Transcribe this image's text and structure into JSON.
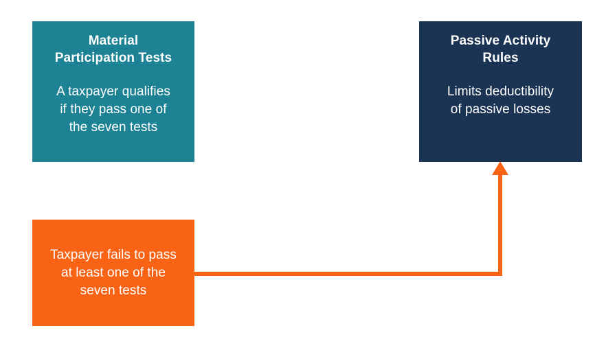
{
  "diagram": {
    "nodes": [
      {
        "id": "material-participation-tests",
        "title": "Material\nParticipation Tests",
        "body": "A taxpayer qualifies\nif they pass one of\nthe seven tests",
        "color": "#1d8293"
      },
      {
        "id": "passive-activity-rules",
        "title": "Passive Activity\nRules",
        "body": "Limits deductibility\nof passive losses",
        "color": "#1c3454"
      },
      {
        "id": "taxpayer-fails",
        "title": "",
        "body": "Taxpayer fails to pass\nat least one of the\nseven tests",
        "color": "#f96316"
      }
    ],
    "connectors": [
      {
        "id": "fails-to-passive-rules",
        "from": "taxpayer-fails",
        "to": "passive-activity-rules",
        "color": "#f96316",
        "style": "elbow-arrow"
      }
    ],
    "background": "#ffffff",
    "text_color": "#ffffff"
  }
}
